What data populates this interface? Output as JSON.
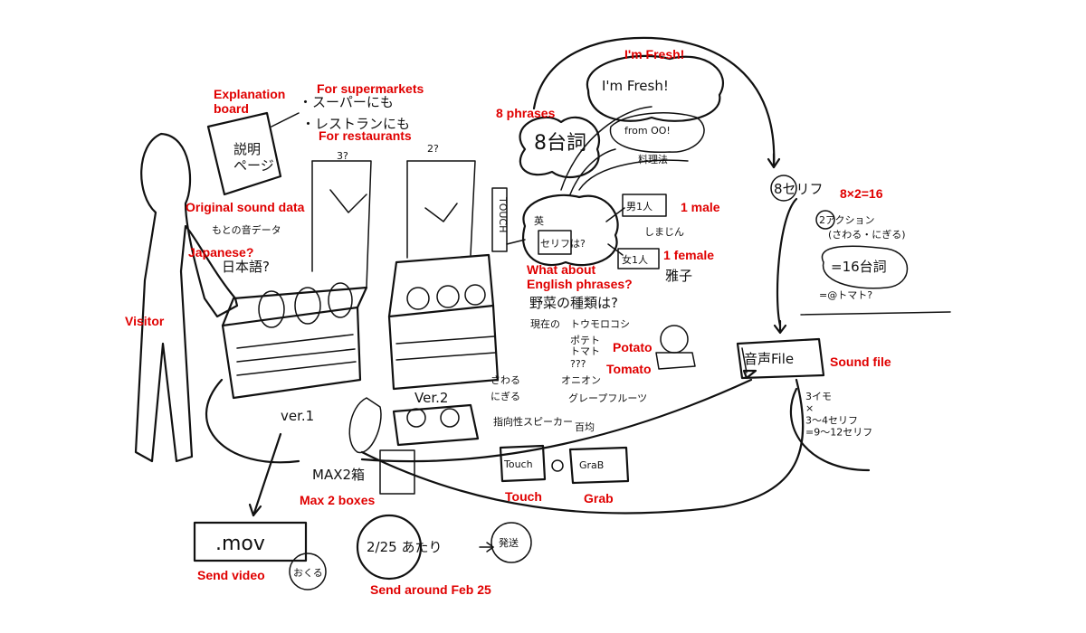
{
  "annotations": {
    "im_fresh": "I'm Fresh!",
    "explanation_board": "Explanation\nboard",
    "for_supermarkets": "For supermarkets",
    "for_restaurants": "For restaurants",
    "eight_phrases": "8 phrases",
    "eight_times_two": "8×2=16",
    "original_sound_data": "Original sound data",
    "japanese_q": "Japanese?",
    "one_male": "1 male",
    "one_female": "1 female",
    "what_about_english": "What about\nEnglish phrases?",
    "visitor": "Visitor",
    "potato": "Potato",
    "tomato": "Tomato",
    "sound_file": "Sound file",
    "max_two_boxes": "Max 2 boxes",
    "touch": "Touch",
    "grab": "Grab",
    "send_video": "Send video",
    "send_around_feb25": "Send around Feb 25"
  },
  "sketch_text": {
    "board_title": "説明\nページ",
    "supermarket_jp": "・スーパーにも",
    "restaurant_jp": "・レストランにも",
    "three_q": "3?",
    "two_q": "2?",
    "eight_shi": "8台詞",
    "im_fresh_jp": "I'm Fresh!",
    "from_oo": "from OO!",
    "ryouri": "料理法",
    "eight_serifu": "8セリフ",
    "two_action": "2アクション",
    "action_sub": "(さわる・にぎる)",
    "sixteen": "=16台詞",
    "tomato_q": "=@トマト?",
    "motono_oto": "もとの音データ",
    "nihongo": "日本語?",
    "male_one": "男1人",
    "male_name": "しまじん",
    "female_one": "女1人",
    "female_name": "雅子",
    "serifu_wa": "セリフは?",
    "ei": "英",
    "yasai": "野菜の種類は?",
    "ima": "現在の",
    "tomorokoshi": "トウモロコシ",
    "potato_jp": "ポテト",
    "tomato_jp": "トマト",
    "kakko": "???",
    "onion": "オニオン",
    "grapefruit": "グレープフルーツ",
    "sawaru": "さわる",
    "nigiru": "にぎる",
    "speaker": "指向性スピーカー",
    "hyaku": "百均",
    "onsei_file": "音声File",
    "three_imo": "3イモ\n×\n3〜4セリフ\n=9〜12セリフ",
    "ver1": "ver.1",
    "ver2": "Ver.2",
    "max2": "MAX2箱",
    "mov": ".mov",
    "okuru": "おくる",
    "date": "2/25 あたり",
    "hassou": "発送",
    "touch_box": "Touch",
    "grab_box": "GraB",
    "touch_vertical": "TOUCH"
  }
}
